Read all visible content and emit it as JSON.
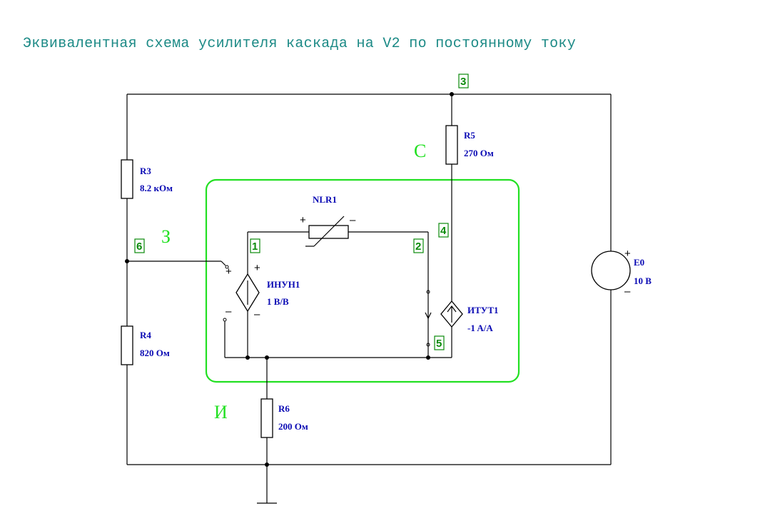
{
  "title": "Эквивалентная схема усилителя каскада на V2 по постоянному току",
  "components": {
    "r3": {
      "name": "R3",
      "value": "8.2 кОм"
    },
    "r4": {
      "name": "R4",
      "value": "820 Ом"
    },
    "r5": {
      "name": "R5",
      "value": "270 Ом"
    },
    "r6": {
      "name": "R6",
      "value": "200 Ом"
    },
    "e0": {
      "name": "E0",
      "value": "10 В"
    },
    "nlr1": {
      "name": "NLR1"
    },
    "inun1": {
      "name": "ИНУН1",
      "value": "1 В/В"
    },
    "itut1": {
      "name": "ИТУТ1",
      "value": "-1 A/A"
    }
  },
  "nodes": [
    "1",
    "2",
    "3",
    "4",
    "5",
    "6"
  ],
  "terminals": {
    "gate": "З",
    "drain": "С",
    "source": "И"
  },
  "signs": {
    "plus": "+",
    "minus": "–"
  },
  "colors": {
    "title": "#1c8a86",
    "labels": "#0a0ab4",
    "nodes": "#0a8a0a",
    "terminals": "#22e022",
    "box": "#22e022"
  }
}
